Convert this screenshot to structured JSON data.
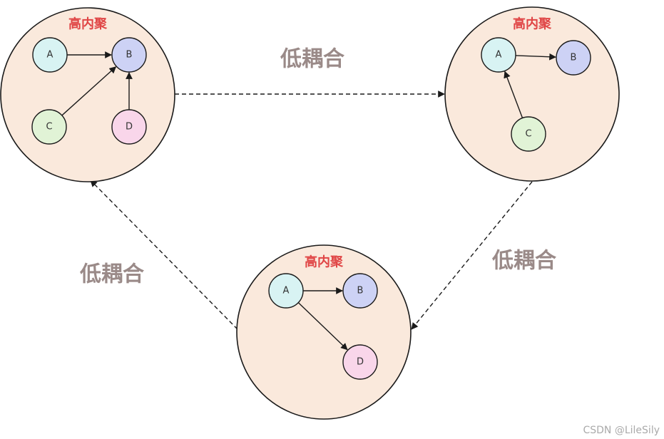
{
  "colors": {
    "cluster_fill": "#fae9dc",
    "cohesion_text": "#e04545",
    "coupling_text": "#9a8a88",
    "node_A": "#d8f3f3",
    "node_B": "#cdd2f5",
    "node_C": "#e1f3d6",
    "node_D": "#f9d6ea"
  },
  "clusters": [
    {
      "id": "left",
      "label": "高内聚",
      "nodes": [
        {
          "id": "A",
          "label": "A"
        },
        {
          "id": "B",
          "label": "B"
        },
        {
          "id": "C",
          "label": "C"
        },
        {
          "id": "D",
          "label": "D"
        }
      ],
      "edges": [
        [
          "A",
          "B"
        ],
        [
          "C",
          "B"
        ],
        [
          "D",
          "B"
        ]
      ]
    },
    {
      "id": "right",
      "label": "高内聚",
      "nodes": [
        {
          "id": "A",
          "label": "A"
        },
        {
          "id": "B",
          "label": "B"
        },
        {
          "id": "C",
          "label": "C"
        }
      ],
      "edges": [
        [
          "A",
          "B"
        ],
        [
          "C",
          "A"
        ]
      ]
    },
    {
      "id": "bottom",
      "label": "高内聚",
      "nodes": [
        {
          "id": "A",
          "label": "A"
        },
        {
          "id": "B",
          "label": "B"
        },
        {
          "id": "D",
          "label": "D"
        }
      ],
      "edges": [
        [
          "A",
          "B"
        ],
        [
          "A",
          "D"
        ]
      ]
    }
  ],
  "coupling_links": [
    {
      "from": "left",
      "to": "right",
      "label": "低耦合"
    },
    {
      "from": "right",
      "to": "bottom",
      "label": "低耦合"
    },
    {
      "from": "bottom",
      "to": "left",
      "label": "低耦合"
    }
  ],
  "watermark": "CSDN @LileSily"
}
